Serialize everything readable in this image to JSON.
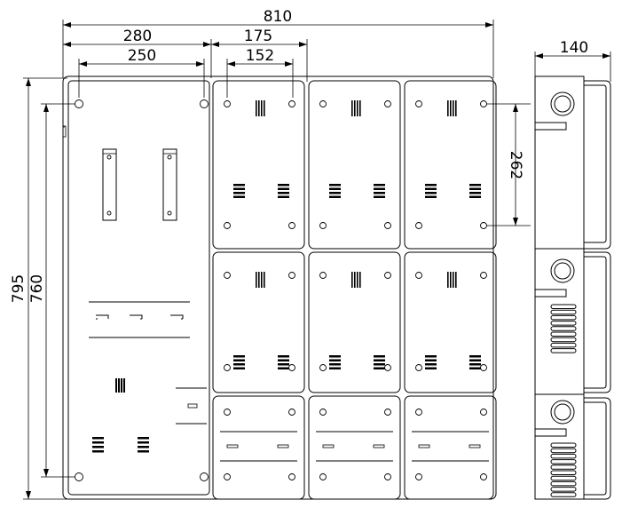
{
  "dimensions": {
    "total_width": "810",
    "left_width": "280",
    "left_hole_spacing": "250",
    "module_width": "175",
    "module_hole_spacing": "152",
    "side_depth": "140",
    "module_hole_vertical": "262",
    "total_height": "795",
    "hole_vertical_spacing": "760"
  }
}
